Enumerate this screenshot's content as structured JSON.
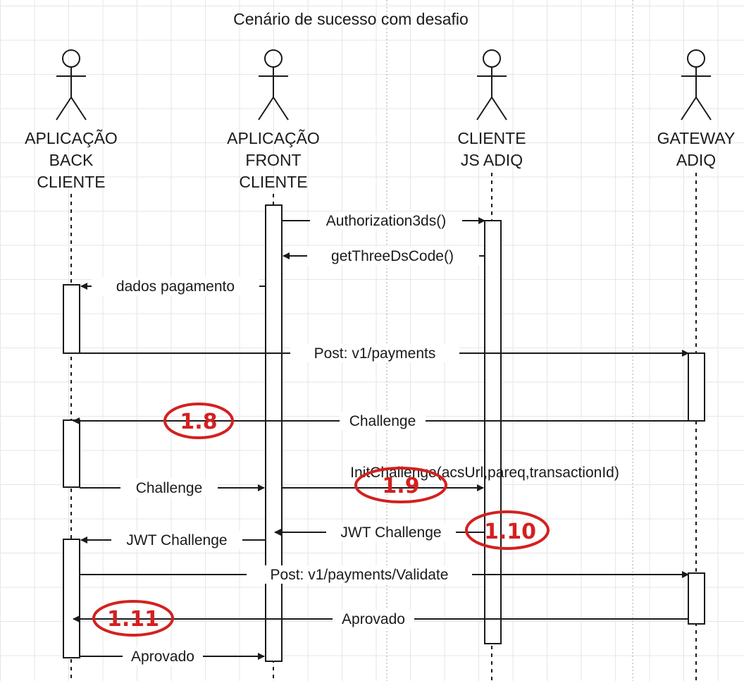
{
  "title": "Cenário de sucesso com desafio",
  "actors": [
    {
      "id": "back",
      "lines": [
        "APLICAÇÃO",
        "BACK",
        "CLIENTE"
      ]
    },
    {
      "id": "front",
      "lines": [
        "APLICAÇÃO",
        "FRONT",
        "CLIENTE"
      ]
    },
    {
      "id": "js",
      "lines": [
        "CLIENTE",
        "JS ADIQ"
      ]
    },
    {
      "id": "gateway",
      "lines": [
        "GATEWAY",
        "ADIQ"
      ]
    }
  ],
  "messages": [
    {
      "label": "Authorization3ds()",
      "from": "front",
      "to": "js"
    },
    {
      "label": "getThreeDsCode()",
      "from": "js",
      "to": "front"
    },
    {
      "label": "dados pagamento",
      "from": "front",
      "to": "back"
    },
    {
      "label": "Post: v1/payments",
      "from": "back",
      "to": "gateway"
    },
    {
      "label": "Challenge",
      "from": "gateway",
      "to": "back"
    },
    {
      "label": "Challenge",
      "from": "back",
      "to": "front"
    },
    {
      "label": "InitChallenge(acsUrl,pareq,transactionId)",
      "from": "front",
      "to": "js"
    },
    {
      "label": "JWT Challenge",
      "from": "js",
      "to": "front"
    },
    {
      "label": "JWT Challenge",
      "from": "front",
      "to": "back"
    },
    {
      "label": "Post: v1/payments/Validate",
      "from": "back",
      "to": "gateway"
    },
    {
      "label": "Aprovado",
      "from": "gateway",
      "to": "back"
    },
    {
      "label": "Aprovado",
      "from": "back",
      "to": "front"
    }
  ],
  "annotations": [
    "1.8",
    "1.9",
    "1.10",
    "1.11"
  ],
  "colors": {
    "annotation": "#d42020",
    "line": "#1a1a1a",
    "grid": "#e6e6e6"
  }
}
